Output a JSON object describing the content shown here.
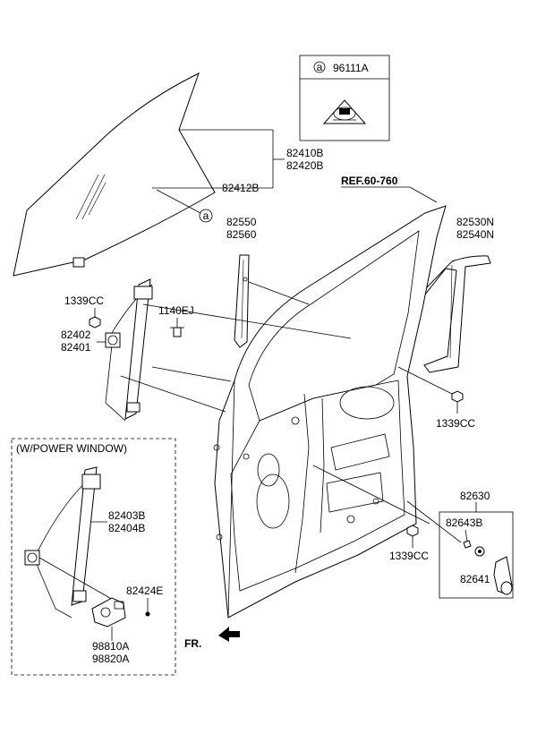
{
  "labels": {
    "p96111a": "96111A",
    "ref_code": "a",
    "p82410b": "82410B",
    "p82420b": "82420B",
    "p82412b": "82412B",
    "ref_a": "a",
    "ref_main": "REF.60-760",
    "p82550": "82550",
    "p82560": "82560",
    "p82530n": "82530N",
    "p82540n": "82540N",
    "p1339cc_a": "1339CC",
    "p1140ej": "1140EJ",
    "p82402": "82402",
    "p82401": "82401",
    "p1339cc_b": "1339CC",
    "power_window": "(W/POWER WINDOW)",
    "p82403b": "82403B",
    "p82404b": "82404B",
    "p82424e": "82424E",
    "p98810a": "98810A",
    "p98820a": "98820A",
    "p82630": "82630",
    "p82643b": "82643B",
    "p1339cc_c": "1339CC",
    "p82641": "82641",
    "fr": "FR."
  }
}
